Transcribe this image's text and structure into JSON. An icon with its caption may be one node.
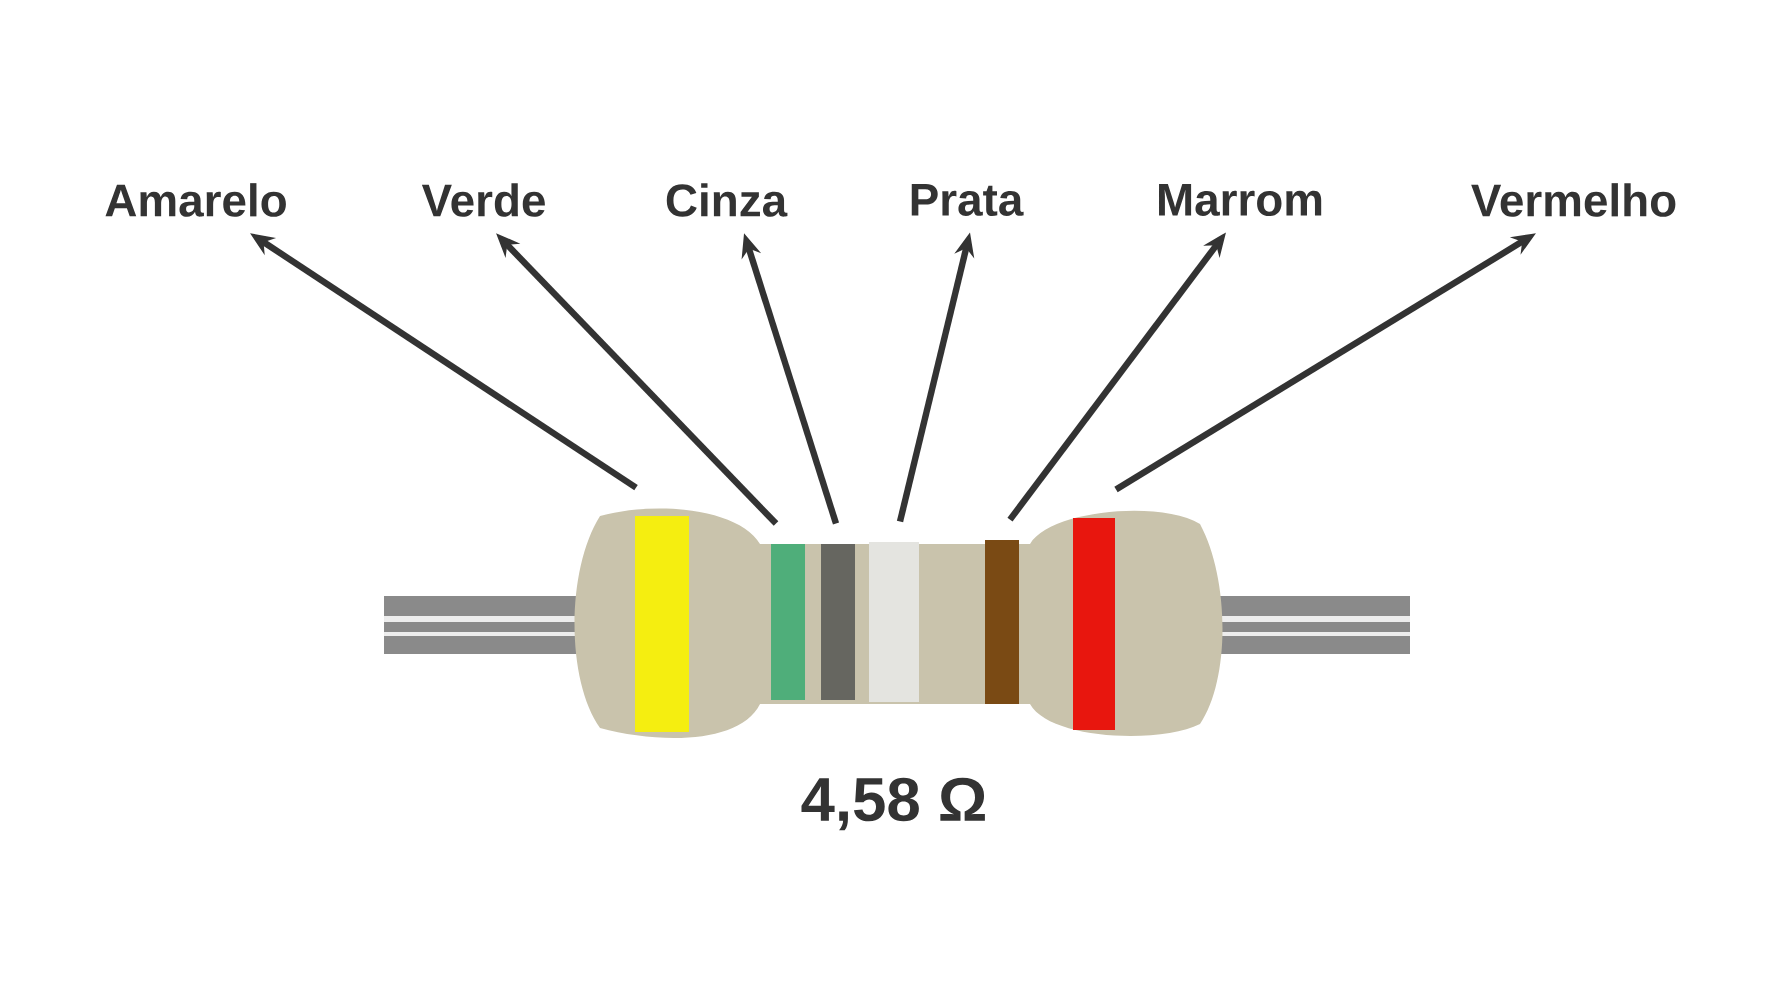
{
  "diagram": {
    "nodes": [
      {
        "text": [
          "Amarelo"
        ]
      },
      {
        "text": [
          "Verde"
        ]
      },
      {
        "text": [
          "Cinza"
        ]
      },
      {
        "text": [
          "Prata"
        ]
      },
      {
        "text": [
          "Marrom"
        ]
      },
      {
        "text": [
          "Vermelho"
        ]
      },
      {
        "text": [],
        "shape": "bar"
      },
      {
        "text": [],
        "shape": "bar"
      },
      {
        "text": [],
        "shape": "bar"
      },
      {
        "text": [],
        "shape": "bar"
      },
      {
        "text": [],
        "shape": "bar"
      },
      {
        "text": [],
        "shape": "bar"
      }
    ],
    "edges": [
      {
        "from": 6,
        "to": 0,
        "arrow": "to"
      },
      {
        "from": 7,
        "to": 1,
        "arrow": "to"
      },
      {
        "from": 8,
        "to": 2,
        "arrow": "to"
      },
      {
        "from": 9,
        "to": 3,
        "arrow": "to"
      },
      {
        "from": 10,
        "to": 4,
        "arrow": "to"
      },
      {
        "from": 11,
        "to": 5,
        "arrow": "to"
      }
    ],
    "labels": [
      "4,58 Ω"
    ]
  }
}
